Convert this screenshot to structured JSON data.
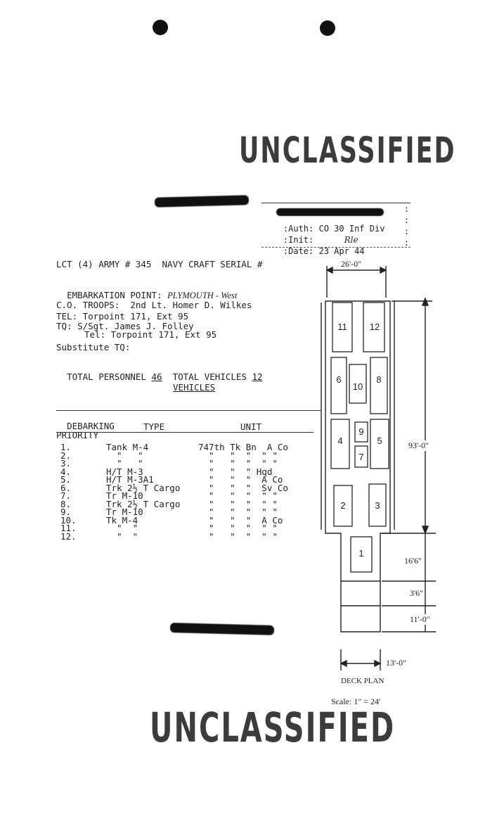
{
  "stamps": {
    "top": "UNCLASSIFIED",
    "bottom": "UNCLASSIFIED"
  },
  "authority_box": {
    "auth_label": ":Auth:",
    "auth_value": "CO 30 Inf Div",
    "init_label": ":Init:",
    "init_value": "Rle",
    "date_label": ":Date:",
    "date_value": "23 Apr 44"
  },
  "header": {
    "lct": "LCT (4) ARMY # 345  NAVY CRAFT SERIAL #",
    "embarkation_label": "EMBARKATION POINT: ",
    "embarkation_value": "PLYMOUTH - West",
    "co_troops": "C.O. TROOPS:  2nd Lt. Homer D. Wilkes",
    "tel_co": "TEL: Torpoint 171, Ext 95",
    "tq": "TQ: S/Sgt. James J. Folley",
    "tel_tq": "Tel: Torpoint 171, Ext 95",
    "substitute": "Substitute TQ:",
    "total_personnel_label": "TOTAL PERSONNEL ",
    "total_personnel": "46",
    "total_vehicles_label": "  TOTAL VEHICLES ",
    "total_vehicles": "12",
    "vehicles_heading": "VEHICLES"
  },
  "table": {
    "col_priority_1": "DEBARKING",
    "col_priority_2": "PRIORITY",
    "col_type": "TYPE",
    "col_unit": "UNIT",
    "rows": [
      {
        "n": "1.",
        "type": "Tank M-4",
        "unit": "747th Tk Bn  A Co"
      },
      {
        "n": "2.",
        "type": "  \"   \"",
        "unit": "  \"   \"  \"  \" \""
      },
      {
        "n": "3.",
        "type": "  \"   \"",
        "unit": "  \"   \"  \"  \" \""
      },
      {
        "n": "4.",
        "type": "H/T M-3",
        "unit": "  \"   \"  \" Hqd"
      },
      {
        "n": "5.",
        "type": "H/T M-3A1",
        "unit": "  \"   \"  \"  A Co"
      },
      {
        "n": "6.",
        "type": "Trk 2½ T Cargo",
        "unit": "  \"   \"  \"  Sv Co"
      },
      {
        "n": "7.",
        "type": "Tr M-10",
        "unit": "  \"   \"  \"  \" \""
      },
      {
        "n": "8.",
        "type": "Trk 2½ T Cargo",
        "unit": "  \"   \"  \"  \" \""
      },
      {
        "n": "9.",
        "type": "Tr M-10",
        "unit": "  \"   \"  \"  \" \""
      },
      {
        "n": "10.",
        "type": "Tk M-4",
        "unit": "  \"   \"  \"  A Co"
      },
      {
        "n": "11.",
        "type": "  \"  \"",
        "unit": "  \"   \"  \"  \" \""
      },
      {
        "n": "12.",
        "type": "  \"  \"",
        "unit": "  \"   \"  \"  \" \""
      }
    ]
  },
  "deck_plan": {
    "width_dim": "26'-0\"",
    "length_dim": "93'-0\"",
    "dim_16": "16'6\"",
    "dim_3": "3'6\"",
    "dim_11": "11'-0\"",
    "dim_13": "13'-0\"",
    "label": "DECK PLAN",
    "scale": "Scale: 1\" = 24'",
    "slots": [
      "1",
      "2",
      "3",
      "4",
      "5",
      "6",
      "7",
      "8",
      "9",
      "10",
      "11",
      "12"
    ]
  }
}
